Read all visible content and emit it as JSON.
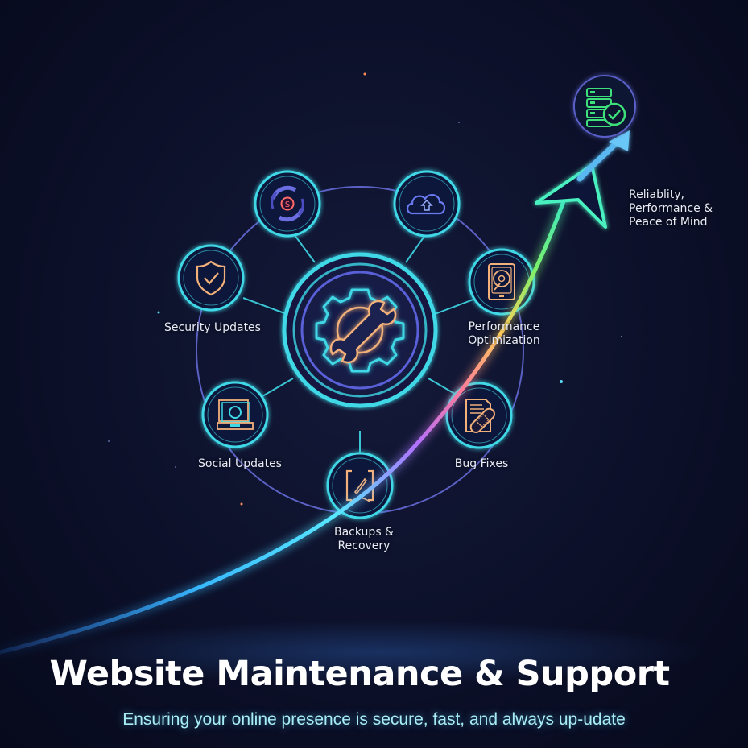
{
  "header": {
    "title": "Website Maintenance & Support",
    "subtitle": "Ensuring your online presence is secure, fast, and always up-udate"
  },
  "diagram": {
    "center": {
      "icon": "gear-wrench-icon",
      "label": ""
    },
    "nodes": [
      {
        "id": "sync",
        "icon": "sync-refresh-icon",
        "label": ""
      },
      {
        "id": "cloud",
        "icon": "cloud-upload-icon",
        "label": ""
      },
      {
        "id": "security",
        "icon": "shield-check-icon",
        "label": "Security Updates"
      },
      {
        "id": "performance",
        "icon": "hard-drive-icon",
        "label_line1": "Performance",
        "label_line2": "Optimization"
      },
      {
        "id": "social",
        "icon": "laptop-camera-icon",
        "label": "Social Updates"
      },
      {
        "id": "bugs",
        "icon": "document-bandage-icon",
        "label": "Bug Fixes"
      },
      {
        "id": "backups",
        "icon": "bracket-pen-icon",
        "label_line1": "Backups &",
        "label_line2": "Recovery"
      }
    ],
    "goal": {
      "icon": "server-check-icon",
      "label_line1": "Reliablity,",
      "label_line2": "Performance &",
      "label_line3": "Peace of Mind"
    }
  },
  "colors": {
    "background": "#0c1029",
    "node_ring": "#3fd8e6",
    "orbit_ring": "#6a6ee0",
    "icon_stroke": "#f2b07a",
    "goal_green": "#3de07a",
    "arrow_cyan": "#5ad8f0"
  }
}
